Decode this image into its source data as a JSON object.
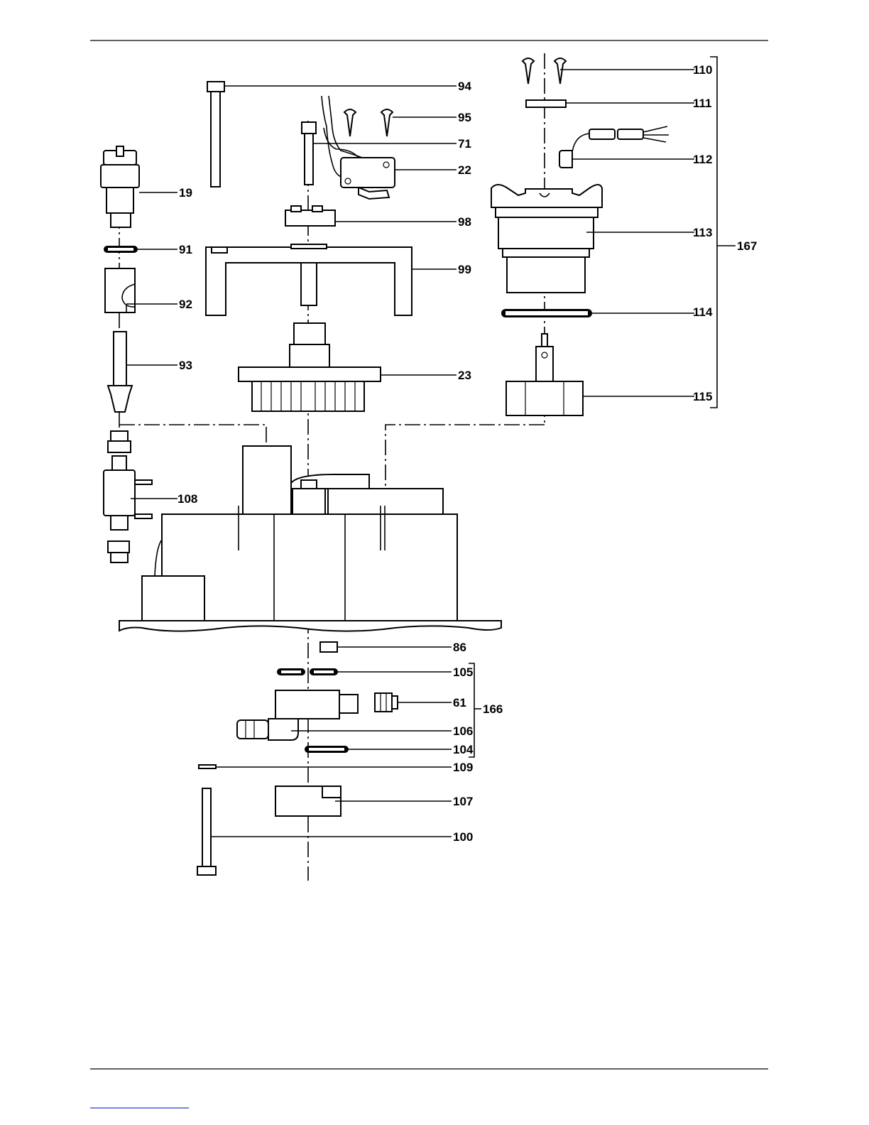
{
  "parts": [
    {
      "id": "p110",
      "label": "110"
    },
    {
      "id": "p111",
      "label": "111"
    },
    {
      "id": "p112",
      "label": "112"
    },
    {
      "id": "p113",
      "label": "113"
    },
    {
      "id": "p114",
      "label": "114"
    },
    {
      "id": "p115",
      "label": "115"
    },
    {
      "id": "p94",
      "label": "94"
    },
    {
      "id": "p95",
      "label": "95"
    },
    {
      "id": "p71",
      "label": "71"
    },
    {
      "id": "p22",
      "label": "22"
    },
    {
      "id": "p19",
      "label": "19"
    },
    {
      "id": "p98",
      "label": "98"
    },
    {
      "id": "p91",
      "label": "91"
    },
    {
      "id": "p99",
      "label": "99"
    },
    {
      "id": "p92",
      "label": "92"
    },
    {
      "id": "p93",
      "label": "93"
    },
    {
      "id": "p23",
      "label": "23"
    },
    {
      "id": "p108",
      "label": "108"
    },
    {
      "id": "p86",
      "label": "86"
    },
    {
      "id": "p105",
      "label": "105"
    },
    {
      "id": "p61",
      "label": "61"
    },
    {
      "id": "p106",
      "label": "106"
    },
    {
      "id": "p104",
      "label": "104"
    },
    {
      "id": "p109",
      "label": "109"
    },
    {
      "id": "p107",
      "label": "107"
    },
    {
      "id": "p100",
      "label": "100"
    }
  ],
  "groups": [
    {
      "id": "g167",
      "label": "167"
    },
    {
      "id": "g166",
      "label": "166"
    }
  ]
}
